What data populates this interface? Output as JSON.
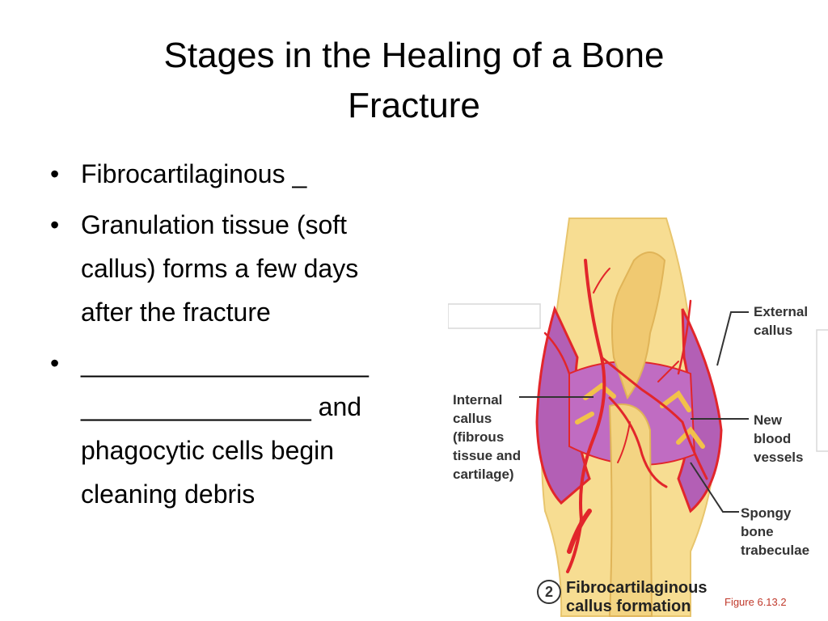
{
  "slide": {
    "title_line1": "Stages in the Healing of a Bone",
    "title_line2": "Fracture",
    "bullets": [
      {
        "lines": [
          "Fibrocartilaginous _"
        ]
      },
      {
        "lines": [
          "Granulation tissue (soft",
          "callus) forms a few days",
          "after the fracture"
        ]
      },
      {
        "lines": [
          "____________________",
          "________________ and",
          "phagocytic cells begin",
          "cleaning debris"
        ]
      }
    ]
  },
  "figure": {
    "labels": {
      "external_callus": [
        "External",
        "callus"
      ],
      "internal_callus": [
        "Internal",
        "callus",
        "(fibrous",
        "tissue and",
        "cartilage)"
      ],
      "new_blood_vessels": [
        "New",
        "blood",
        "vessels"
      ],
      "spongy_bone": [
        "Spongy",
        "bone",
        "trabeculae"
      ]
    },
    "caption_number": "2",
    "caption": [
      "Fibrocartilaginous",
      "callus formation"
    ],
    "figure_ref": "Figure 6.13.2",
    "colors": {
      "bone": "#f3d483",
      "callus": "#b35fb5",
      "vessel": "#e2262b",
      "outline": "#c0392b"
    }
  }
}
